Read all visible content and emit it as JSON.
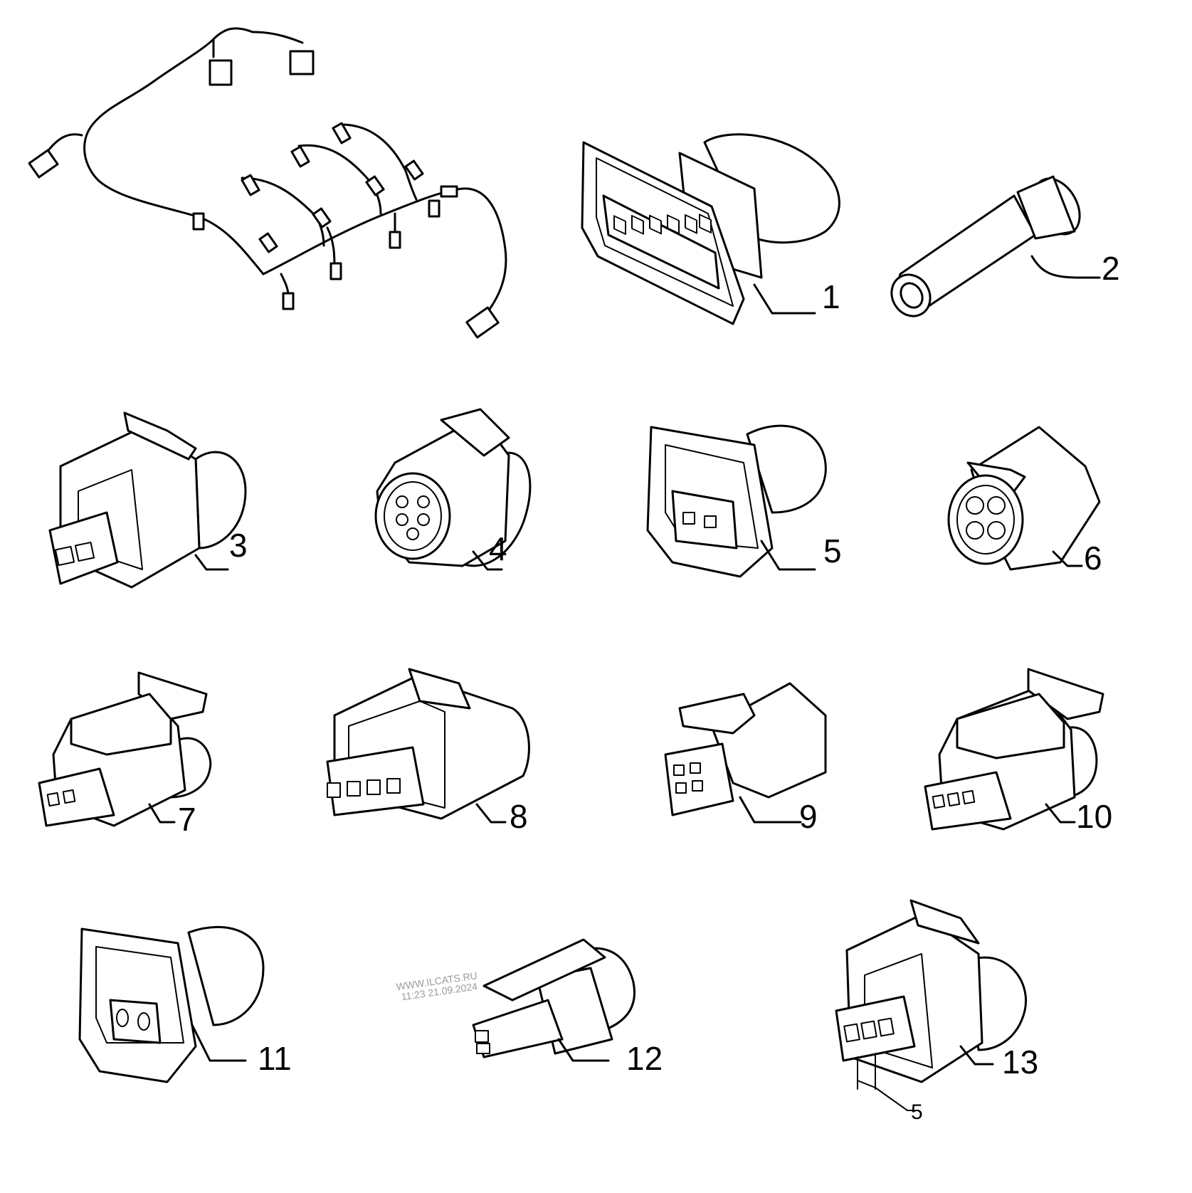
{
  "callouts": [
    "1",
    "2",
    "3",
    "4",
    "5",
    "6",
    "7",
    "8",
    "9",
    "10",
    "11",
    "12",
    "13"
  ],
  "dimension_label": "5",
  "watermark": {
    "line1": "WWW.ILCATS.RU",
    "line2": "11:23 21.09.2024"
  }
}
